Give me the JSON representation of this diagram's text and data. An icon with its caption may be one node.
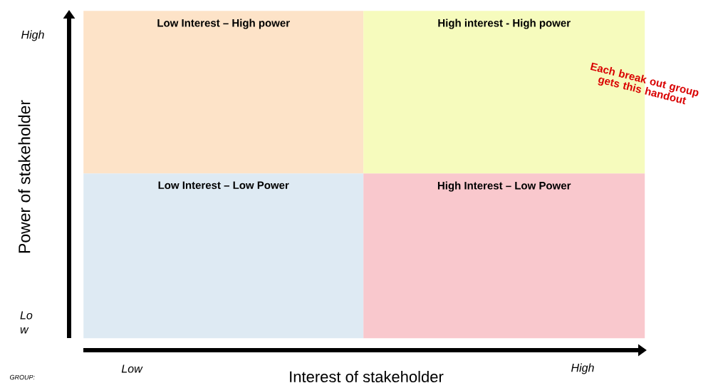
{
  "diagram": {
    "nodes": [
      {
        "text": [
          "Low Interest – High power"
        ]
      },
      {
        "text": [
          "High interest - High power"
        ]
      },
      {
        "text": [
          "Low Interest – Low Power"
        ]
      },
      {
        "text": [
          "High Interest – Low Power"
        ]
      }
    ],
    "labels": [
      "High",
      "Each break out group gets this handout",
      "Power of stakeholder",
      "Lo w",
      "Low",
      "High",
      "GROUP:",
      "Interest of stakeholder"
    ]
  }
}
